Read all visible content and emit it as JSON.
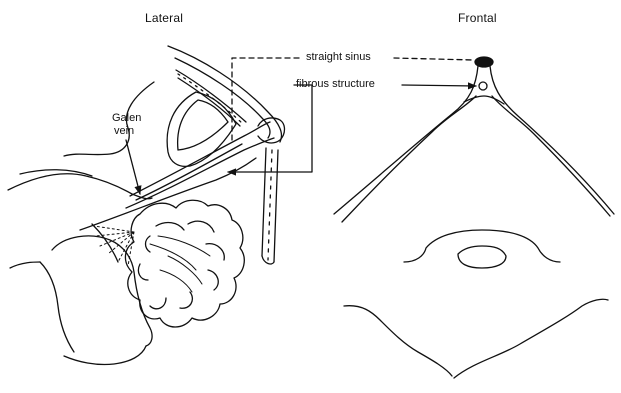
{
  "figure": {
    "panels": [
      {
        "title": "Lateral"
      },
      {
        "title": "Frontal"
      }
    ],
    "annotations": {
      "straight_sinus": "straight sinus",
      "fibrous_structure": "fibrous structure",
      "galen_vein_line1": "Galen",
      "galen_vein_line2": "vein"
    },
    "colors": {
      "ink": "#111111",
      "background": "#ffffff"
    }
  }
}
